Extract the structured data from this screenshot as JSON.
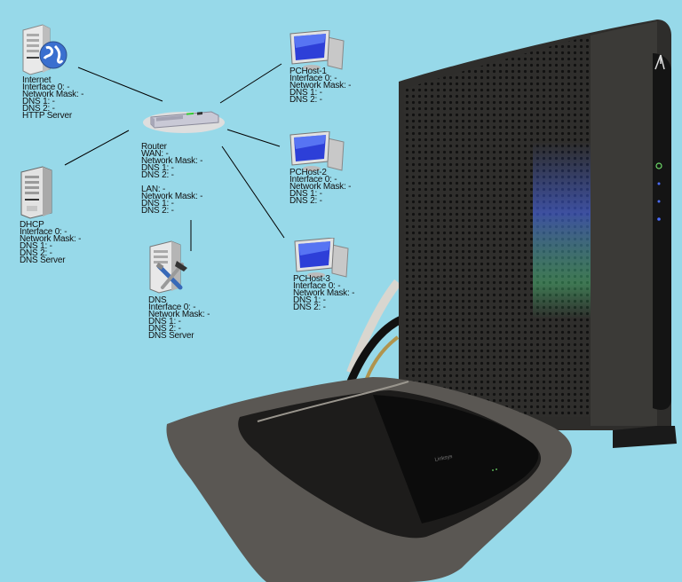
{
  "diagram": {
    "nodes": [
      {
        "id": "internet",
        "icon": "web-server-icon",
        "lines": [
          "Internet",
          "Interface 0: -",
          "Network Mask: -",
          "DNS 1: -",
          "DNS 2: -",
          "HTTP Server"
        ]
      },
      {
        "id": "router",
        "icon": "router-icon",
        "lines": [
          "Router",
          "WAN: -",
          "Network Mask: -",
          "DNS 1: -",
          "DNS 2: -",
          "",
          "LAN: -",
          "Network Mask: -",
          "DNS 1: -",
          "DNS 2: -"
        ]
      },
      {
        "id": "dhcp",
        "icon": "server-icon",
        "lines": [
          "DHCP",
          "Interface 0: -",
          "Network Mask: -",
          "DNS 1: -",
          "DNS 2: -",
          "DNS Server"
        ]
      },
      {
        "id": "dns",
        "icon": "tools-server-icon",
        "lines": [
          "DNS",
          "Interface 0: -",
          "Network Mask: -",
          "DNS 1: -",
          "DNS 2: -",
          "DNS Server"
        ]
      },
      {
        "id": "pchost1",
        "icon": "pc-monitor-icon",
        "lines": [
          "PCHost-1",
          "Interface 0: -",
          "Network Mask: -",
          "DNS 1: -",
          "DNS 2: -"
        ]
      },
      {
        "id": "pchost2",
        "icon": "pc-monitor-icon",
        "lines": [
          "PCHost-2",
          "Interface 0: -",
          "Network Mask: -",
          "DNS 1: -",
          "DNS 2: -"
        ]
      },
      {
        "id": "pchost3",
        "icon": "pc-monitor-icon",
        "lines": [
          "PCHost-3",
          "Interface 0: -",
          "Network Mask: -",
          "DNS 1: -",
          "DNS 2: -"
        ]
      }
    ],
    "links": [
      [
        "internet",
        "router"
      ],
      [
        "dhcp",
        "router"
      ],
      [
        "dns",
        "router"
      ],
      [
        "pchost1",
        "router"
      ],
      [
        "pchost2",
        "router"
      ],
      [
        "pchost3",
        "router"
      ]
    ]
  },
  "photo": {
    "description": "Photo of a cable modem standing behind a wireless router",
    "modem_brand_logo": "motorola-logo",
    "router_brand_text": "Linksys",
    "colors": {
      "background": "#97d9e9",
      "modem_body": "#2e2d2b",
      "router_body": "#5a5753",
      "led_green": "#6fdc6a",
      "led_blue": "#4a6cff"
    }
  }
}
